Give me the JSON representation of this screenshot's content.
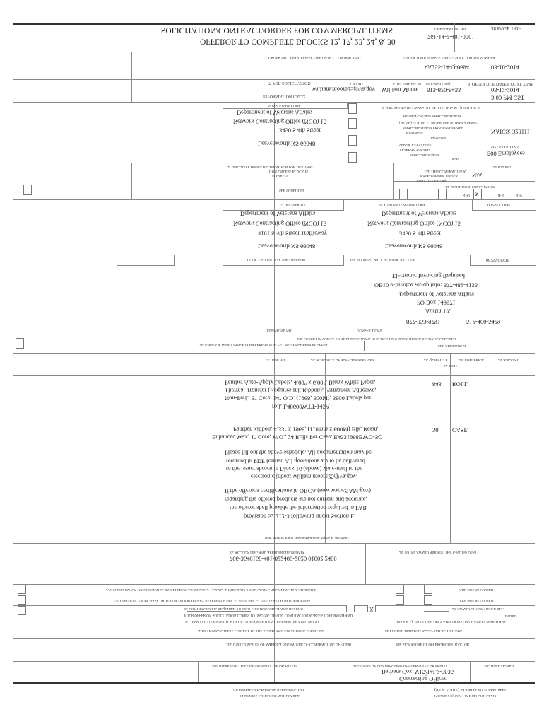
{
  "header": {
    "title": "SOLICITATION/CONTRACT/ORDER FOR COMMERCIAL ITEMS",
    "subtitle": "OFFEROR TO COMPLETE BLOCKS 12, 17, 23, 24, & 30",
    "req_label": "1. REQUISITION NO.",
    "req_value": "761-14-2-401-0301",
    "page": "38 PAGE 1 OF"
  },
  "row2": {
    "contract_label": "4. ORDER NO./ AWARD/EFFECTIVE DATE  2. CONTRACT NO.",
    "sol_label": "6. SOLICITATION ISSUE DATE  5. SOLICITATION NUMBER",
    "issue_date": "03-10-2014",
    "sol_number": "VA255-14-Q-0694"
  },
  "row3": {
    "due_label": "8. OFFER DUE DATE/LOCAL TIME",
    "due_date": "03-12-2014",
    "due_time": "3:00 PM CST",
    "phone_label": "b. TELEPHONE NO. (No Collect Calls)",
    "phone": "615-620-8453",
    "name_label": "a. NAME",
    "name": "William Moore",
    "email": "william.moore25@va.gov",
    "info_label_1": "7. FOR SOLICITATION",
    "info_label_2": "INFORMATION CALL:"
  },
  "setaside": {
    "label": "% FOR:  SET ASIDE/UNRESTRICTED  10. THIS ACQUISITION IS",
    "lines": [
      "WOMEN-OWNED SMALL BUSINESS",
      "(WOSB) ELIGIBLE UNDER THE WOMEN-OWNED",
      "SMALL BUSINESS PROGRAM  SMALL",
      "BUSINESS",
      "EDWOSB",
      "SERVICE-DISABLED",
      "VETERAN-OWNED",
      "SMALL BUSINESS"
    ],
    "eight_a": "8(A)",
    "naics": "NAICS: 323111",
    "size_label": "SIZE STANDARD:",
    "size": "500 Employees"
  },
  "issued_by": {
    "label": "9. ISSUED BY  CODE",
    "lines": [
      "Department of Veterans Affairs",
      "Network Contracting Office (NCO) 15",
      "3450 S 4th Street",
      "Leavenworth KS 66048"
    ]
  },
  "row5": {
    "discount_1": "12. DISCOUNT TERMS DELIVERY FOR FOB DESTINA-",
    "discount_2": "TION UNLESS BLOCK IS",
    "discount_3": "MARKED",
    "see_schedule": "SEE SCHEDULE",
    "rated_1": "13a. THIS CONTRACT IS A",
    "rated_2": "RATED ORDER UNDER",
    "rated_3": "DPAS (15 CFR 700)",
    "rating_label": "13b. RATING",
    "rating": "N/A",
    "method_label": "14. METHOD OF SOLICITATION",
    "rfq": "RFQ",
    "ifb": "IFB",
    "rfp": "RFP",
    "rfq_mark": "X"
  },
  "row6": {
    "code_value": "00255  CODE",
    "admin_label": "16. ADMINISTERED BY  CODE",
    "deliver_label": "15. DELIVER TO",
    "admin": [
      "Department of Veterans Affairs",
      "Network Contracting Office (NCO) 15",
      "3450 S 4th Street",
      "Leavenworth KS 66048"
    ],
    "deliver": [
      "Department of Veterans Affairs",
      "Network Contracting Office (NCO) 15",
      "4101 S 4th Street Trafficway",
      "Leavenworth KS 66048"
    ]
  },
  "row7": {
    "code_value": "00255  CODE",
    "payment_label": "18a. PAYMENT WILL BE MADE BY  CODE",
    "contractor_label": "CODE  17a. CONTRACTOR/OFFEROR",
    "payment": [
      "Electronic Invoicing Required",
      "OB10 e-Invoice set-up info: 877-489-4135",
      "Department of Veterans Affairs",
      "PO Box 149971",
      "Austin TX"
    ],
    "phone1": "512-460-5429",
    "phone2": "877-353-9791",
    "duns_label": "DUNS+4:   DUNS:",
    "tel_label": "TELEPHONE NO."
  },
  "row8": {
    "submit_label": "18b. SUBMIT INVOICES TO ADDRESS SHOWN IN BLOCK 18a UNLESS BLOCK BELOW IS CHECKED",
    "see_addendum": "SEE ADDENDUM",
    "remit_label": "17b. CHECK IF REMITTANCE IS DIFFERENT AND PUT SUCH ADDRESS IN OFFER"
  },
  "schedule": {
    "headers": {
      "amount": "24. AMOUNT",
      "unit_price": "23. UNIT PRICE",
      "unit": "22. UNIT",
      "quantity": "21. QUANTITY",
      "supplies": "20. SCHEDULE OF SUPPLIES/SERVICES",
      "item": "19. ITEM NO."
    },
    "items": [
      {
        "unit": "ROLL",
        "qty": "843",
        "desc": [
          "Panther Auto-Apply Labels, 4.00\" x 6.00\", Blank White Paper,",
          "Thermal Transfer (Requires Ink Ribbon), Permanent Adhesive,",
          "Non-Perf., 3\" Core, 14\" O.D. (1968, 600M), 3800 Labels per",
          "roll, L40600WTT-145A"
        ]
      },
      {
        "unit": "CASE",
        "qty": "36",
        "desc": [
          "Panther Ribbon, 4.33\" x 1968, (110mm x 600M) Blk, Resin,",
          "Enhanced Wax, 1\" Core, W.O., 24 Rolls Per Case, R4331968BWO-SO"
        ]
      }
    ],
    "notes": [
      "Please fill out the above schedule. All documentation may be",
      "returned in PDF format. All quotations are to be delivered",
      "to the issuer shown in Block 16 (above) via e-mail to the",
      "electronic inbox: william.moore25@va.gov.",
      "If the offeror's certifications in ORCA (now www.SAM.gov)",
      "regarding the offered products are not current and accurate,",
      "the offeror shall provide the information required in FAR",
      "provision 52.212-3 following under Section E."
    ],
    "footnote": "(Use Reverse and/or Attach Additional Sheets as Necessary)"
  },
  "accounting": {
    "total_label": "26. TOTAL AWARD AMOUNT (For Govt. Use Only)",
    "acct_label": "25. ACCOUNTING AND APPROPRIATION DATA",
    "acct_value": "766-3640160-401-822400-2620 01002 2400"
  },
  "clauses": {
    "a_status": "ARE NOT ATTACHED",
    "a_text": "27a. SOLICITATION INCORPORATES BY REFERENCE FAR 52.212-1, 52.212-4. FAR 52.212-3 AND 52.212-5 ARE ATTACHED.  ADDENDA",
    "b_status": "ARE NOT ATTACHED",
    "b_text": "27b. CONTRACT/PURCHASE ORDER INCORPORATES BY REFERENCE FAR 52.212-4. FAR 52.212-5 IS ATTACHED.  ADDENDA"
  },
  "award": {
    "award_label": "29. AWARD OF CONTRACT: REF.",
    "dated": "DATED",
    "offer_1": "(BLOCK 5), INCLUDING ANY ADDITIONS OR CHANGES WHICH ARE",
    "offer_2": "SET FORTH HEREIN IS ACCEPTED AS TO ITEMS:",
    "req_label": "28. CONTRACTOR IS REQUIRED TO SIGN THIS DOCUMENT AND RETURN",
    "req_2": "YOUR OFFER ON SOLICITATION  COPIES TO ISSUING OFFICE. CONTRACTOR AGREES TO FURNISH AND",
    "req_3": "DELIVER ALL ITEMS SET FORTH OR OTHERWISE IDENTIFIED ABOVE AND ON ANY",
    "req_4": "ADDITIONAL SHEETS SUBJECT TO THE TERMS AND CONDITIONS SPECIFIED",
    "mark": "X"
  },
  "signature": {
    "usa_label": "31a. UNITED STATES OF AMERICA (SIGNATURE OF CONTRACTING OFFICER)",
    "offeror_label": "30a. SIGNATURE OF OFFEROR/CONTRACTOR",
    "date_label": "31c. DATE SIGNED",
    "co_label": "31b. NAME OF CONTRACTING OFFICER (TYPE OR PRINT)",
    "co_name": "Barbara Cox, V15/14L2-3835",
    "co_title": "Contracting Officer",
    "signer_label": "30b. NAME AND TITLE OF SIGNER (TYPE OR PRINT)"
  },
  "footer": {
    "auth": "AUTHORIZED FOR LOCAL REPRODUCTION",
    "prev": "PREVIOUS EDITION IS NOT USABLE",
    "form": "(REV. 2/2012)  STANDARD FORM 1449",
    "prescribed": "Prescribed by GSA - FAR (48 CFR) 53.212"
  }
}
